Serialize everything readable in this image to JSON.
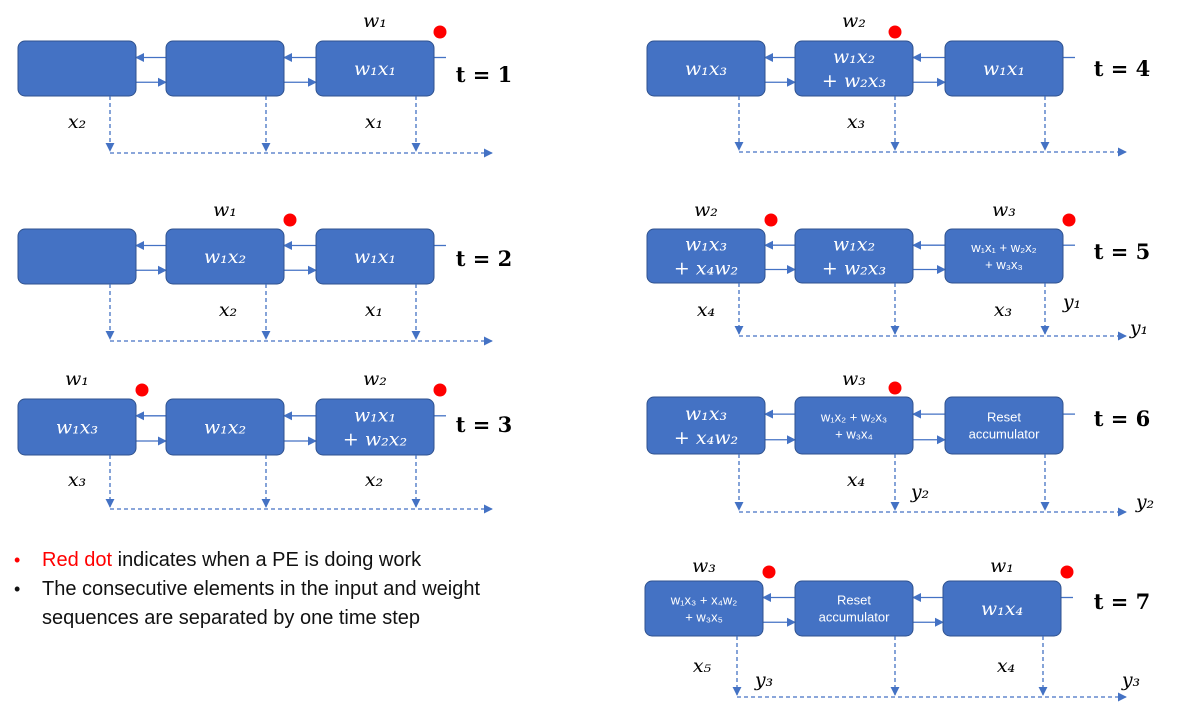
{
  "notes": {
    "line1_highlight": "Red dot",
    "line1_rest": " indicates when a PE is doing work",
    "line2": "The consecutive elements in the input and weight sequences are separated by one time step",
    "bullet": "•"
  },
  "colors": {
    "pe": "#4472C4",
    "dot": "#FF0000",
    "arrow": "#4472C4"
  },
  "panels": [
    {
      "time": "t = 1",
      "pes": [
        {
          "lines": []
        },
        {
          "lines": []
        },
        {
          "lines": [
            "w₁x₁"
          ],
          "active": true
        }
      ],
      "weights": [
        "",
        "",
        "w₁"
      ],
      "inputs": [
        "x₂",
        "",
        "x₁"
      ],
      "outputs": []
    },
    {
      "time": "t = 2",
      "pes": [
        {
          "lines": []
        },
        {
          "lines": [
            "w₁x₂"
          ],
          "active": true
        },
        {
          "lines": [
            "w₁x₁"
          ]
        }
      ],
      "weights": [
        "",
        "w₁",
        ""
      ],
      "inputs": [
        "",
        "x₂",
        "x₁"
      ],
      "outputs": []
    },
    {
      "time": "t = 3",
      "pes": [
        {
          "lines": [
            "w₁x₃"
          ],
          "active": true
        },
        {
          "lines": [
            "w₁x₂"
          ]
        },
        {
          "lines": [
            "w₁x₁",
            "+ w₂x₂"
          ],
          "active": true
        }
      ],
      "weights": [
        "w₁",
        "",
        "w₂"
      ],
      "inputs": [
        "x₃",
        "",
        "x₂"
      ],
      "outputs": []
    },
    {
      "time": "t = 4",
      "pes": [
        {
          "lines": [
            "w₁x₃"
          ]
        },
        {
          "lines": [
            "w₁x₂",
            "+ w₂x₃"
          ],
          "active": true
        },
        {
          "lines": [
            "w₁x₁"
          ]
        }
      ],
      "weights": [
        "",
        "w₂",
        ""
      ],
      "inputs": [
        "",
        "x₃",
        ""
      ],
      "outputs": []
    },
    {
      "time": "t = 5",
      "pes": [
        {
          "lines": [
            "w₁x₃",
            "+ x₄w₂"
          ],
          "active": true
        },
        {
          "lines": [
            "w₁x₂",
            "+ w₂x₃"
          ]
        },
        {
          "lines": [
            "w₁x₁ + w₂x₂",
            "+ w₃x₃"
          ],
          "small": true,
          "active": true
        }
      ],
      "weights": [
        "w₂",
        "",
        "w₃"
      ],
      "inputs": [
        "x₄",
        "",
        "x₃"
      ],
      "outputs": [
        "y₁",
        "y₁"
      ]
    },
    {
      "time": "t = 6",
      "pes": [
        {
          "lines": [
            "w₁x₃",
            "+ x₄w₂"
          ]
        },
        {
          "lines": [
            "w₁x₂ + w₂x₃",
            "+ w₃x₄"
          ],
          "small": true,
          "active": true
        },
        {
          "lines": [
            "Reset",
            "accumulator"
          ],
          "plain": true
        }
      ],
      "weights": [
        "",
        "w₃",
        ""
      ],
      "inputs": [
        "",
        "x₄",
        ""
      ],
      "outputs": [
        "y₂",
        "y₂"
      ]
    },
    {
      "time": "t = 7",
      "pes": [
        {
          "lines": [
            "w₁x₃ + x₄w₂",
            "+ w₃x₅"
          ],
          "small": true,
          "active": true
        },
        {
          "lines": [
            "Reset",
            "accumulator"
          ],
          "plain": true
        },
        {
          "lines": [
            "w₁x₄"
          ],
          "active": true
        }
      ],
      "weights": [
        "w₃",
        "",
        "w₁"
      ],
      "inputs": [
        "x₅",
        "",
        "x₄"
      ],
      "outputs": [
        "y₃",
        "y₃"
      ]
    }
  ]
}
